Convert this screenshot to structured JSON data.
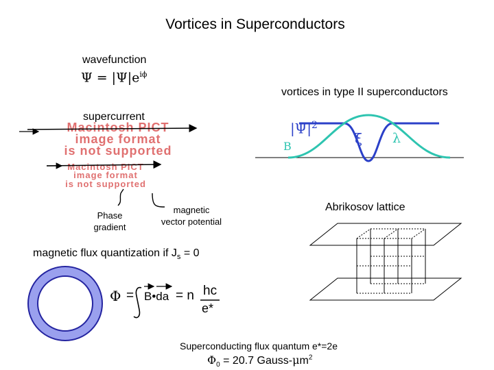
{
  "title": "Vortices in Superconductors",
  "left": {
    "wavefunction_label": "wavefunction",
    "wavefunction_eq": "Ψ = |Ψ|e",
    "wavefunction_sup": "iϕ",
    "supercurrent_label": "supercurrent",
    "pict_placeholder_1": [
      "Macintosh PICT",
      "image format",
      "is not supported"
    ],
    "pict_placeholder_2": [
      "Macintosh PICT",
      "image format",
      "is not supported"
    ],
    "phase_gradient": [
      "Phase",
      "gradient"
    ],
    "vector_potential": [
      "magnetic",
      "vector potential"
    ]
  },
  "right": {
    "vortices_label": "vortices in type II superconductors",
    "psi_sq": "|Ψ|",
    "psi_sq_exp": "2",
    "b_label": "B",
    "xi_label": "ξ",
    "lambda_label": "λ",
    "abrikosov_label": "Abrikosov lattice"
  },
  "flux": {
    "quantization_label": "magnetic flux quantization if J",
    "quantization_sub": "s",
    "quantization_tail": " = 0",
    "phi": "Φ",
    "equals1": "=",
    "integrand": "B•da",
    "equals_n": "= n",
    "numerator": "hc",
    "denominator": "e*",
    "quantum_label": "Superconducting flux quantum e*=2e",
    "phi0": "Φ",
    "phi0_sub": "0",
    "phi0_value": " = 20.7 Gauss-",
    "phi0_mu": "μ",
    "phi0_unit": "m",
    "phi0_exp": "2"
  },
  "colors": {
    "teal": "#2ec4b0",
    "blue": "#2b40c8",
    "ring_fill": "#9aa0ee",
    "ring_stroke": "#2424a0",
    "pict_red": "#e07070"
  }
}
